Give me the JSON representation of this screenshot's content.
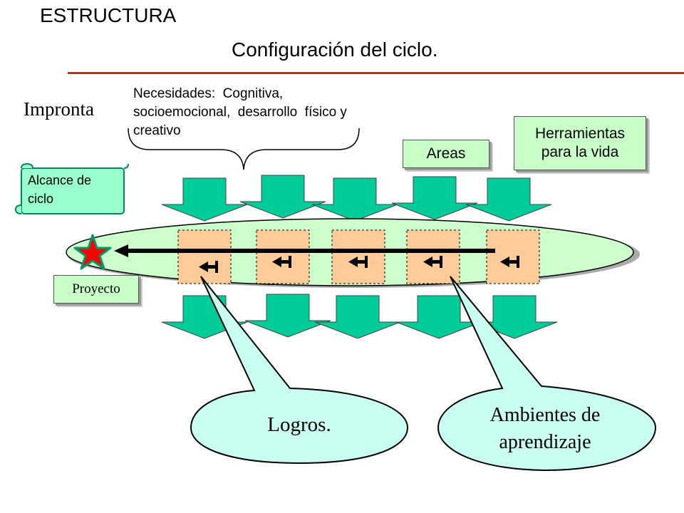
{
  "heading": "ESTRUCTURA",
  "subtitle": "Configuración del ciclo.",
  "impronta": "Impronta",
  "needs": {
    "line1": "Necesidades:  Cognitiva,",
    "line2": "socioemocional,  desarrollo  físico y",
    "line3": "creativo"
  },
  "areas": "Areas",
  "herramientas": {
    "line1": "Herramientas",
    "line2": "para la vida"
  },
  "alcance": {
    "line1": "Alcance de",
    "line2": "ciclo"
  },
  "proyecto": "Proyecto",
  "logros": "Logros.",
  "ambientes": {
    "line1": "Ambientes de",
    "line2": "aprendizaje"
  },
  "colors": {
    "arrow_green": "#00cc99",
    "ellipse_fill": "#ccffcc",
    "segment_fill": "#ffcc99",
    "callout_fill": "#c8fff0",
    "star": "#ff0000",
    "rule": "#e02020"
  }
}
